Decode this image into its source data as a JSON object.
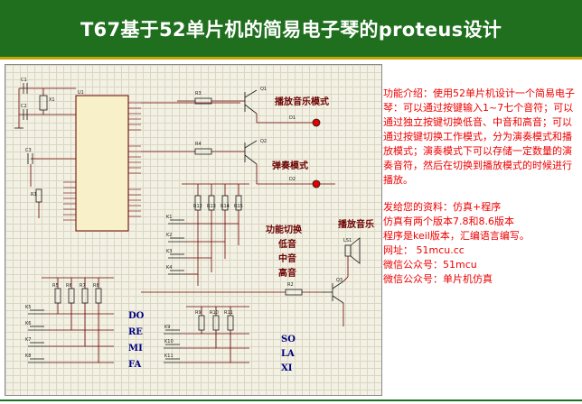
{
  "title": "T67基于52单片机的简易电子琴的proteus设计",
  "schematic": {
    "mode_play": "播放音乐模式",
    "mode_perform": "弹奏模式",
    "play_music": "播放音乐",
    "func_switch": "功能切换",
    "low": "低音",
    "mid": "中音",
    "high": "高音",
    "notes_left": [
      "DO",
      "RE",
      "MI",
      "FA"
    ],
    "notes_right": [
      "SO",
      "LA",
      "XI"
    ],
    "labels": {
      "c1": "C1",
      "c2": "C2",
      "c3": "C3",
      "x1": "X1",
      "r1": "R1",
      "u1": "U1",
      "r2": "R2",
      "r3": "R3",
      "r4": "R4",
      "q1": "Q1",
      "q2": "Q2",
      "q3": "Q3",
      "d1": "D1",
      "d2": "D2",
      "ls1": "LS1",
      "k1": "K1",
      "k2": "K2",
      "k3": "K3",
      "k4": "K4",
      "k5": "K5",
      "k6": "K6",
      "k7": "K7",
      "k8": "K8",
      "k9": "K9",
      "k10": "K10",
      "k11": "K11",
      "r5": "R5",
      "r6": "R6",
      "r7": "R7",
      "r8": "R8",
      "r9": "R9",
      "r10": "R10",
      "r11": "R11",
      "r12": "R12",
      "r13": "R13",
      "r14": "R14",
      "r15": "R15"
    }
  },
  "description": {
    "para1": "功能介绍：使用52单片机设计一个简易电子琴：可以通过按键输入1~7七个音符；可以通过独立按键切换低音、中音和高音；可以通过按键切换工作模式，分为演奏模式和播放模式；演奏模式下可以存储一定数量的演奏音符，然后在切换到播放模式的时候进行播放。",
    "lines": [
      "发给您的资料：仿真+程序",
      "仿真有两个版本7.8和8.6版本",
      "程序是keil版本，汇编语言编写。",
      "网址：  51mcu.cc",
      "微信公众号：51mcu",
      "微信公众号：单片机仿真"
    ]
  },
  "colors": {
    "title_bg": "#1f6f1f",
    "title_border": "#c8a400",
    "description_text": "#ee0000",
    "schematic_bg": "#f3f1e3",
    "wire": "#6b0000",
    "component": "#1a1a1a"
  }
}
